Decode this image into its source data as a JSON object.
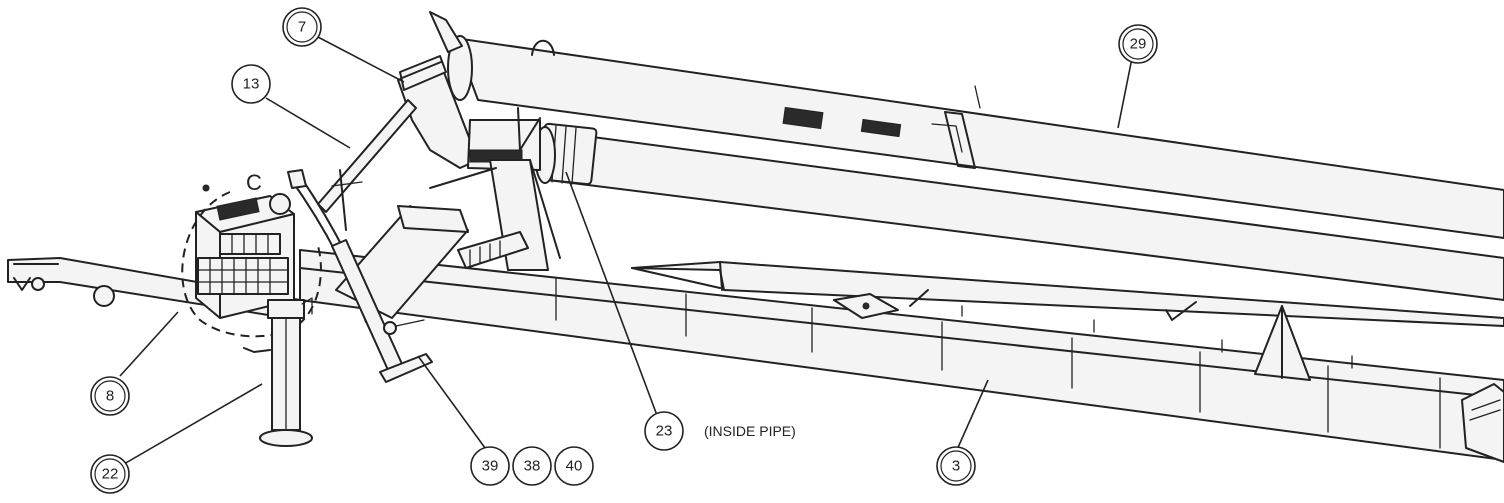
{
  "callouts": {
    "c7": "7",
    "c13": "13",
    "c29": "29",
    "c8": "8",
    "c22": "22",
    "c39": "39",
    "c38": "38",
    "c40": "40",
    "c23": "23",
    "c3": "3"
  },
  "notes": {
    "inside_pipe": "(INSIDE PIPE)"
  },
  "detail": {
    "letter": "C"
  }
}
